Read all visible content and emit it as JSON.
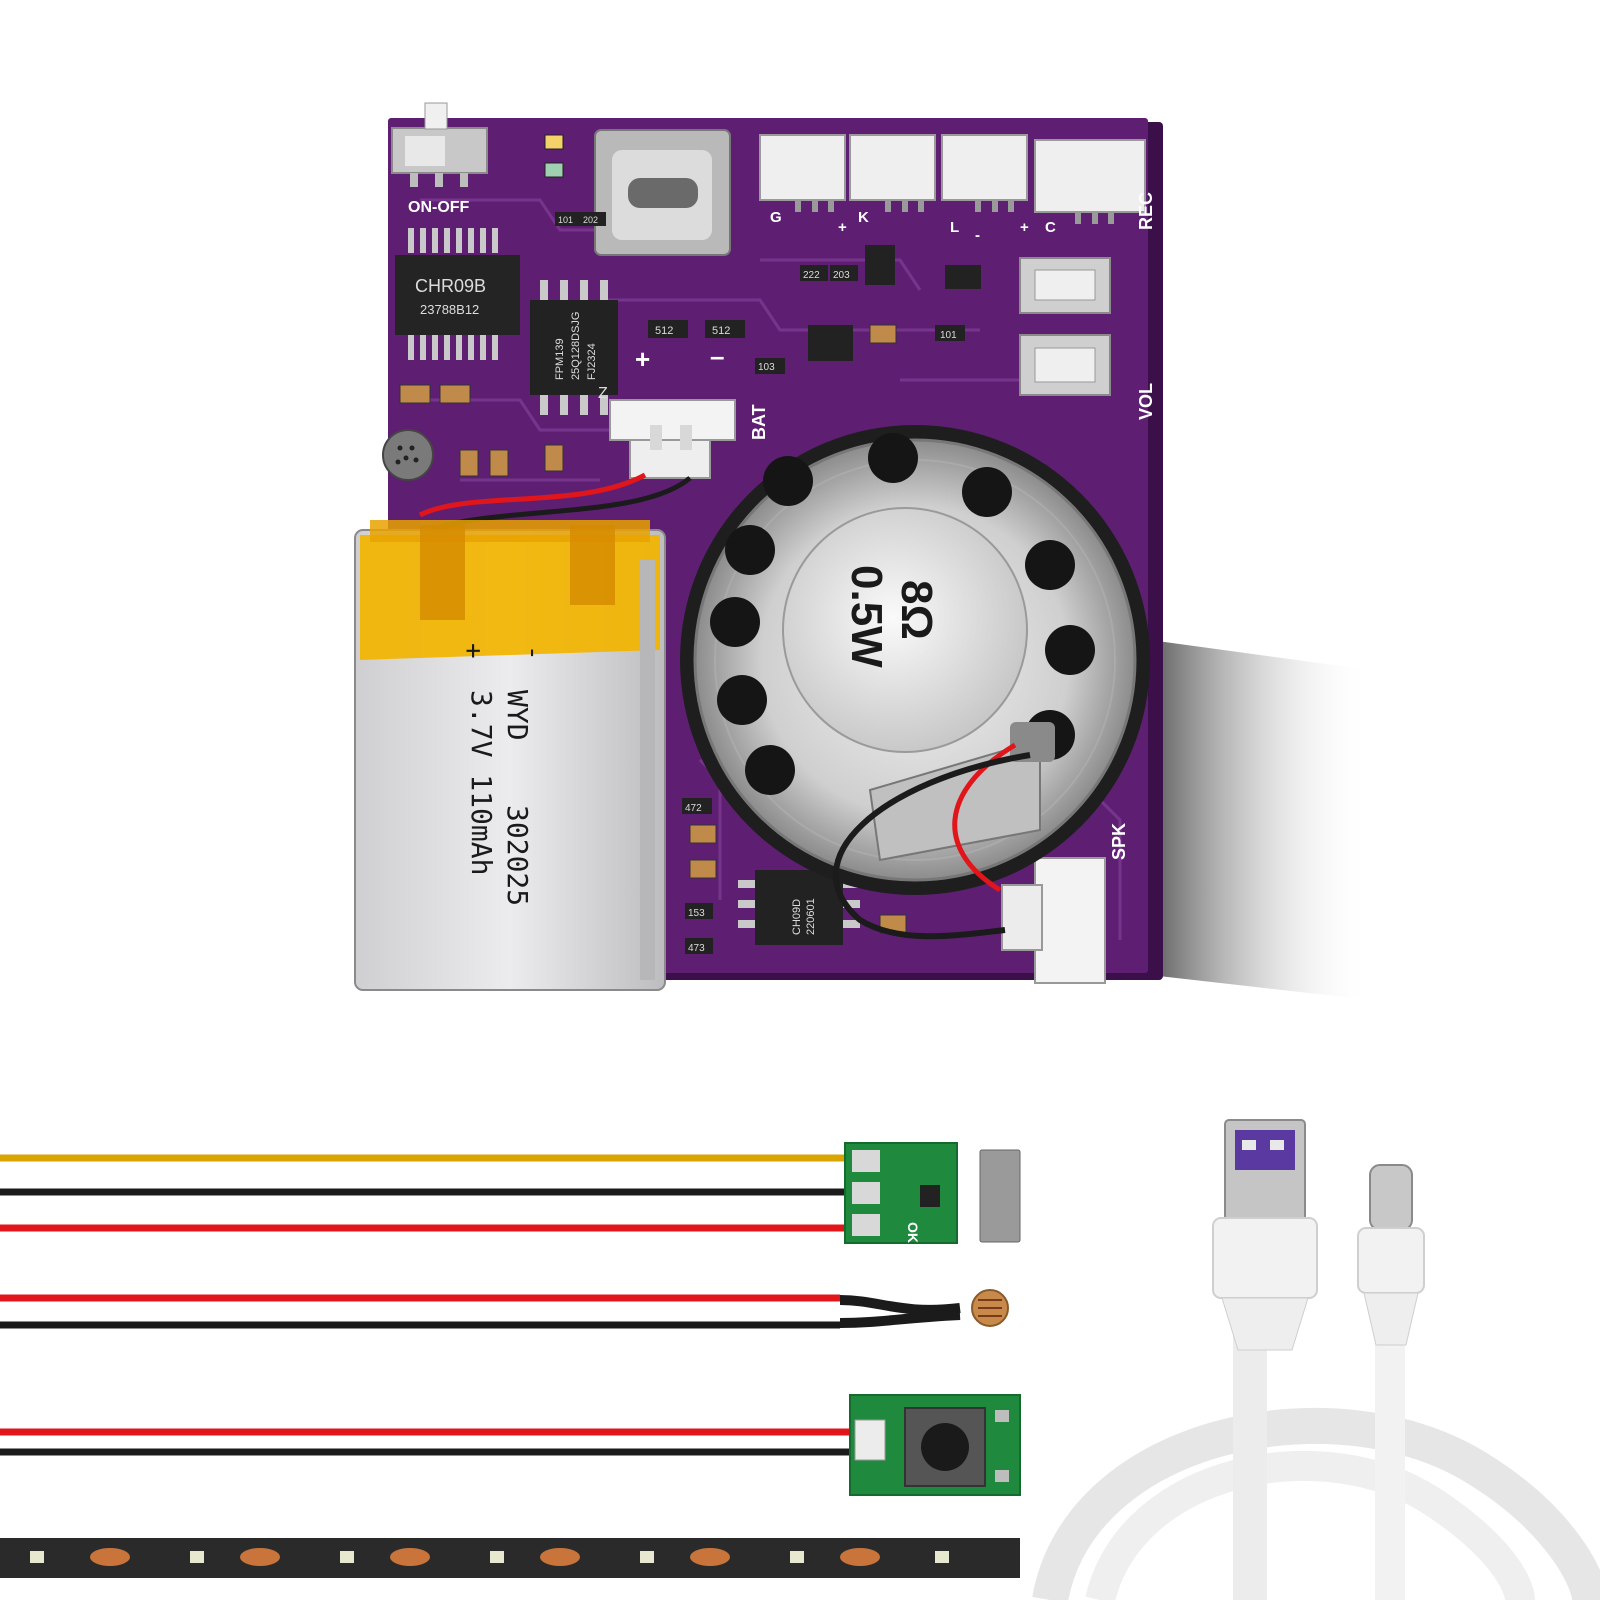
{
  "colors": {
    "board": "#5e1f73",
    "board_edge": "#3b0f4a",
    "trace": "#7d3a93",
    "battery_yellow": "#f2b400",
    "wire_yellow": "#d9a400",
    "wire_red": "#e0161b",
    "wire_black": "#1b1b1b",
    "green_pcb": "#1f8a3e",
    "usb_purple": "#5a3aa0",
    "cable_white": "#f1f1f1"
  },
  "board": {
    "switch_label": "ON-OFF",
    "chip_main_line1": "CHR09B",
    "chip_main_line2": "23788B12",
    "chip_flash_line1": "FJ2324",
    "chip_flash_line2": "25Q128DSJG",
    "chip_flash_line3": "FPM139",
    "chip_flash_logo": "Z",
    "chip_amp_line1": "CH09D",
    "chip_amp_line2": "220601",
    "plus": "+",
    "minus": "–",
    "bat_label": "BAT",
    "spk_label": "SPK",
    "rec_label": "REC",
    "vol_label": "VOL",
    "port_marks": [
      "G",
      "K",
      "+",
      "L",
      "-",
      "+",
      "C"
    ],
    "resistors": [
      "512",
      "512",
      "101",
      "101",
      "103",
      "202",
      "472",
      "153",
      "473",
      "222",
      "203"
    ]
  },
  "battery": {
    "minus": "-",
    "plus": "+",
    "brand": "WYD",
    "model": "302025",
    "spec": "3.7V 110mAh"
  },
  "speaker": {
    "ohms": "8Ω",
    "watts": "0.5W"
  },
  "magnet_sensor": {
    "label": "OK"
  },
  "icons": [
    "slide-switch-icon",
    "usb-c-port-icon",
    "microphone-icon",
    "speaker-icon",
    "battery-icon",
    "push-button-icon",
    "photoresistor-icon",
    "led-strip-icon",
    "usb-cable-icon"
  ]
}
